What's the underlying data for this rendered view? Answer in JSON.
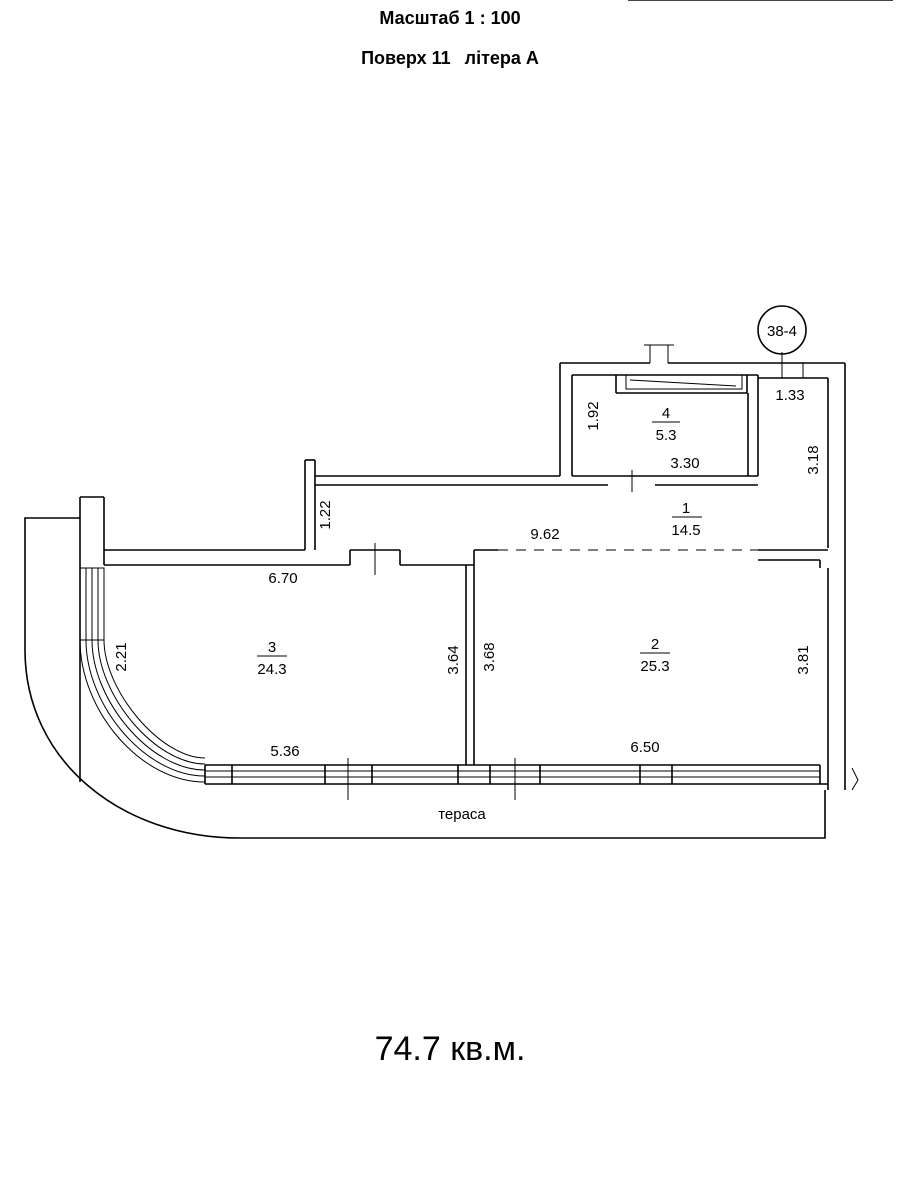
{
  "header": {
    "scale": "Масштаб 1 : 100",
    "floor": "Поверх 11",
    "letter": "літера А"
  },
  "marker": "38-4",
  "rooms": [
    {
      "number": "1",
      "area": "14.5"
    },
    {
      "number": "2",
      "area": "25.3"
    },
    {
      "number": "3",
      "area": "24.3"
    },
    {
      "number": "4",
      "area": "5.3"
    }
  ],
  "dimensions": {
    "d_1_33": "1.33",
    "d_3_18": "3.18",
    "d_1_92": "1.92",
    "d_3_30": "3.30",
    "d_1_22": "1.22",
    "d_9_62": "9.62",
    "d_6_70": "6.70",
    "d_2_21": "2.21",
    "d_3_64": "3.64",
    "d_3_68": "3.68",
    "d_3_81": "3.81",
    "d_5_36": "5.36",
    "d_6_50": "6.50"
  },
  "terrace": "тераса",
  "total_area": "74.7 кв.м."
}
